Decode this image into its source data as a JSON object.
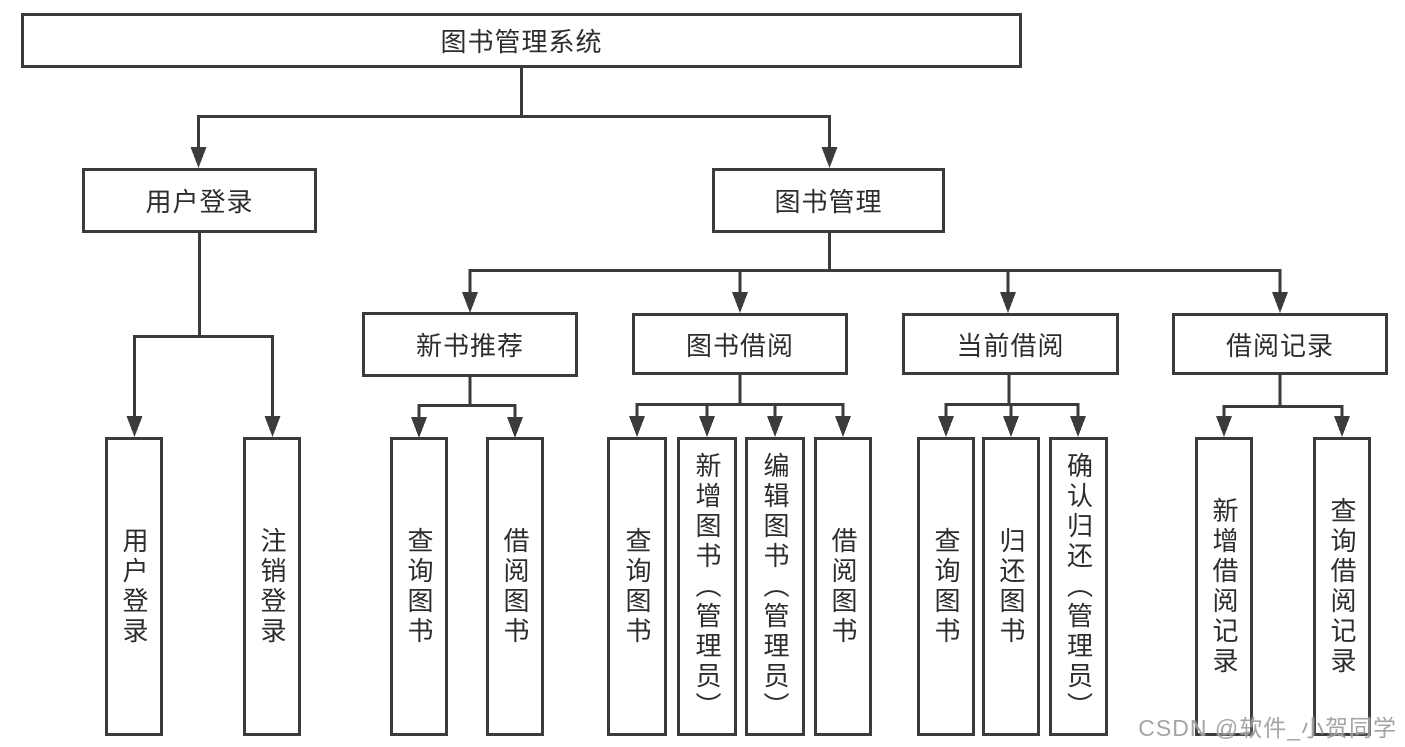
{
  "diagram": {
    "root": {
      "label": "图书管理系统"
    },
    "branches": [
      {
        "label": "用户登录",
        "children": [
          {
            "label": "用户登录"
          },
          {
            "label": "注销登录"
          }
        ]
      },
      {
        "label": "图书管理",
        "children": [
          {
            "label": "新书推荐",
            "children": [
              {
                "label": "查询图书"
              },
              {
                "label": "借阅图书"
              }
            ]
          },
          {
            "label": "图书借阅",
            "children": [
              {
                "label": "查询图书"
              },
              {
                "label": "新增图书（管理员）"
              },
              {
                "label": "编辑图书（管理员）"
              },
              {
                "label": "借阅图书"
              }
            ]
          },
          {
            "label": "当前借阅",
            "children": [
              {
                "label": "查询图书"
              },
              {
                "label": "归还图书"
              },
              {
                "label": "确认归还（管理员）"
              }
            ]
          },
          {
            "label": "借阅记录",
            "children": [
              {
                "label": "新增借阅记录"
              },
              {
                "label": "查询借阅记录"
              }
            ]
          }
        ]
      }
    ]
  },
  "watermark": {
    "text": "CSDN @软件_小贺同学"
  },
  "colors": {
    "line": "#3b3b3b",
    "text": "#2d2d2d",
    "background": "#ffffff",
    "watermark": "#949494"
  }
}
